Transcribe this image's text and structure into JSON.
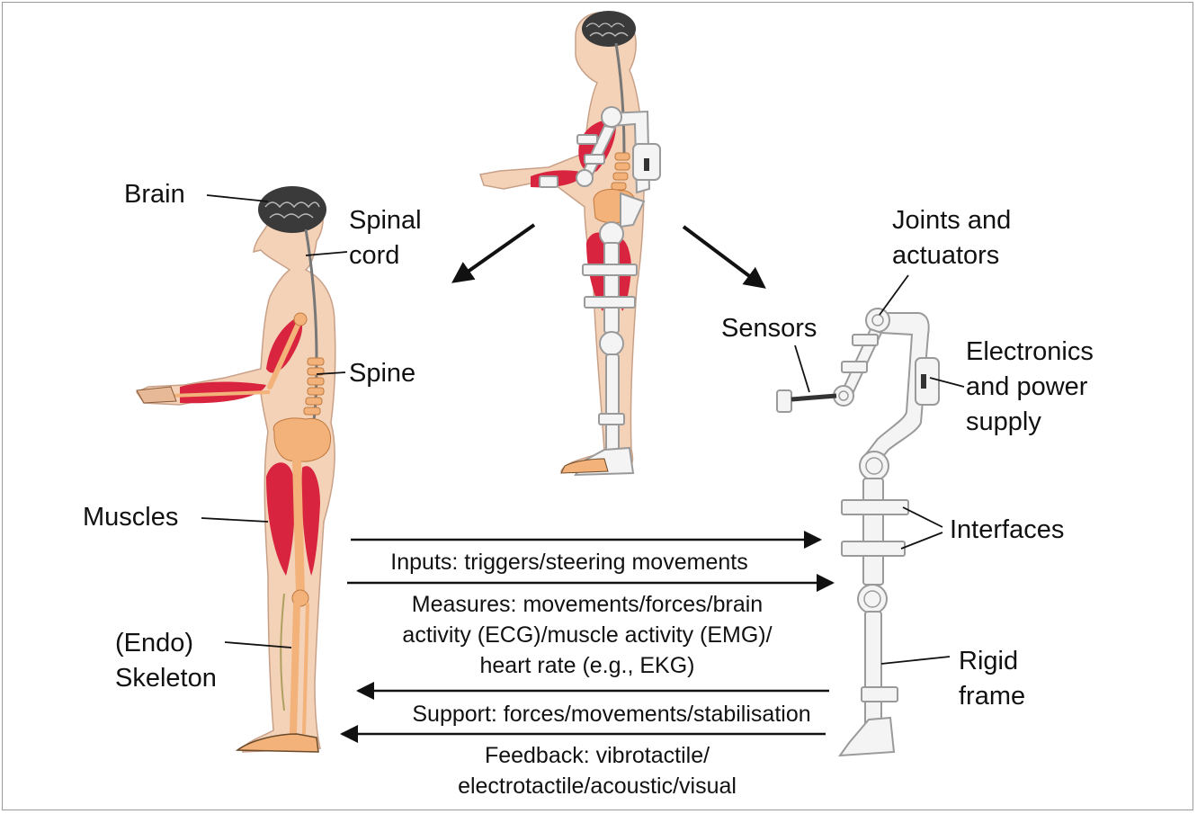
{
  "labels": {
    "brain": "Brain",
    "spinal_cord": "Spinal\ncord",
    "spine": "Spine",
    "muscles": "Muscles",
    "endo_skeleton": "(Endo)\nSkeleton",
    "joints_actuators": "Joints and\nactuators",
    "sensors": "Sensors",
    "electronics": "Electronics\nand power\nsupply",
    "interfaces": "Interfaces",
    "rigid_frame": "Rigid\nframe"
  },
  "flows": {
    "inputs": "Inputs: triggers/steering movements",
    "measures": "Measures: movements/forces/brain\nactivity (ECG)/muscle activity (EMG)/\nheart rate (e.g., EKG)",
    "support": "Support: forces/movements/stabilisation",
    "feedback": "Feedback: vibrotactile/\nelectrotactile/acoustic/visual"
  },
  "colors": {
    "skin": "#f3d2b8",
    "bone": "#f2b27a",
    "muscle": "#d8243e",
    "brain": "#3a3a3a",
    "exo_frame": "#f4f4f4",
    "exo_outline": "#9a9a9a",
    "arrow": "#111111"
  }
}
